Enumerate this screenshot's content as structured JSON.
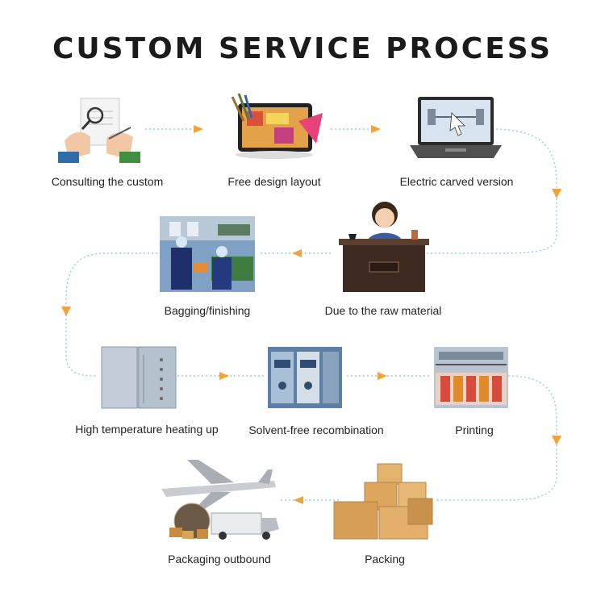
{
  "title": "CUSTOM SERVICE PROCESS",
  "colors": {
    "connector": "#8fd3e2",
    "arrow": "#f2a23a",
    "title": "#1b1b1b"
  },
  "steps": [
    {
      "label": "Consulting the custom",
      "icon": "handshake-document-icon"
    },
    {
      "label": "Free design layout",
      "icon": "tablet-design-icon"
    },
    {
      "label": "Electric carved version",
      "icon": "laptop-cad-icon"
    },
    {
      "label": "Due to the raw material",
      "icon": "receptionist-desk-icon"
    },
    {
      "label": "Bagging/finishing",
      "icon": "factory-workers-icon"
    },
    {
      "label": "High temperature heating up",
      "icon": "heating-chamber-icon"
    },
    {
      "label": "Solvent-free recombination",
      "icon": "laminating-machine-icon"
    },
    {
      "label": "Printing",
      "icon": "printing-press-icon"
    },
    {
      "label": "Packing",
      "icon": "cardboard-boxes-icon"
    },
    {
      "label": "Packaging outbound",
      "icon": "airplane-truck-icon"
    }
  ]
}
